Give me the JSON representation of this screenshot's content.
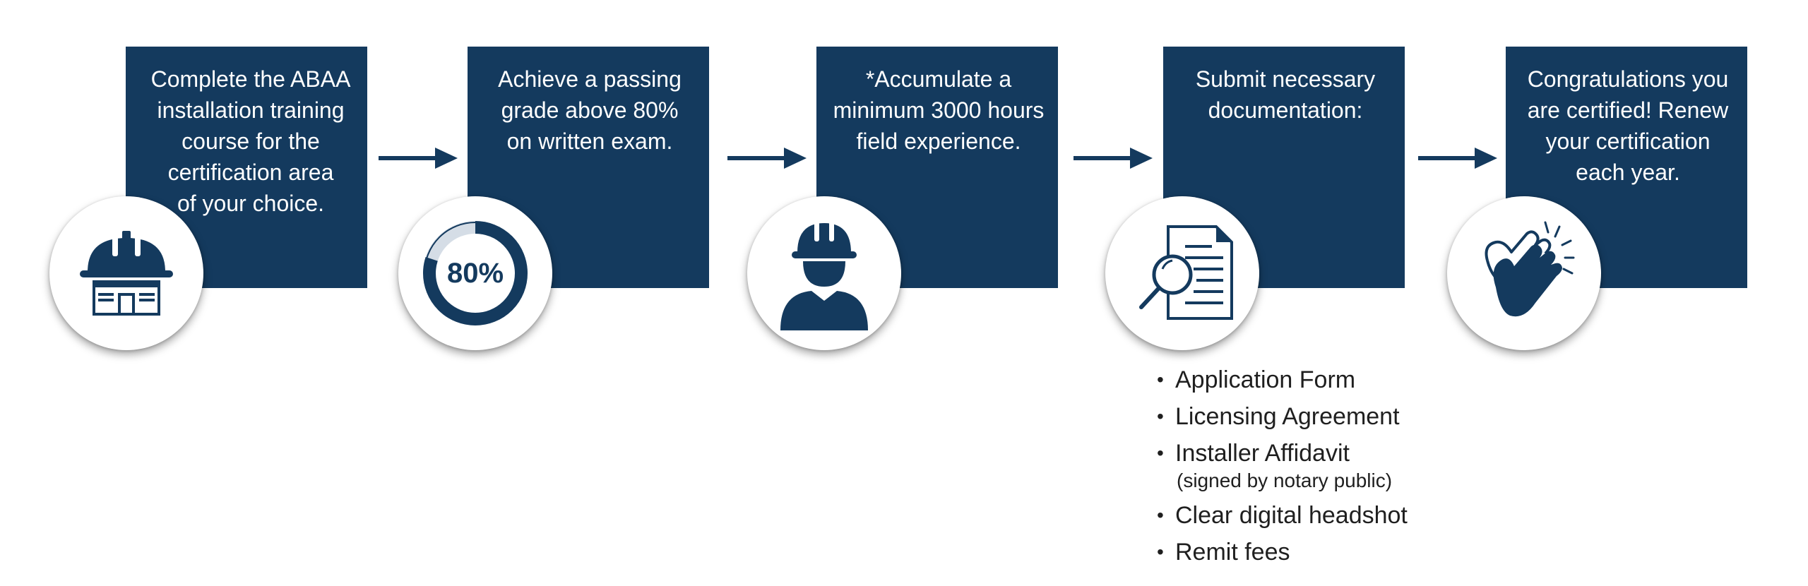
{
  "steps": [
    {
      "text": "Complete the ABAA\ninstallation training\ncourse for the\ncertification area\nof your choice.",
      "icon": "hardhat-building-icon"
    },
    {
      "text": "Achieve a passing\ngrade above 80%\non written exam.",
      "icon": "percent-ring-icon",
      "badge": "80%",
      "progress": 0.8
    },
    {
      "text": "*Accumulate a\nminimum 3000 hours\nfield experience.",
      "icon": "worker-icon"
    },
    {
      "text": "Submit necessary\ndocumentation:",
      "icon": "document-magnifier-icon"
    },
    {
      "text": "Congratulations you\nare certified! Renew\nyour certification\neach year.",
      "icon": "clapping-hands-icon"
    }
  ],
  "documentation": [
    {
      "label": "Application Form"
    },
    {
      "label": "Licensing Agreement"
    },
    {
      "label": "Installer Affidavit",
      "note": "(signed by notary public)"
    },
    {
      "label": "Clear digital headshot"
    },
    {
      "label": "Remit fees"
    }
  ],
  "colors": {
    "navy": "#143a5e",
    "white": "#ffffff",
    "text": "#1f1f1f"
  }
}
